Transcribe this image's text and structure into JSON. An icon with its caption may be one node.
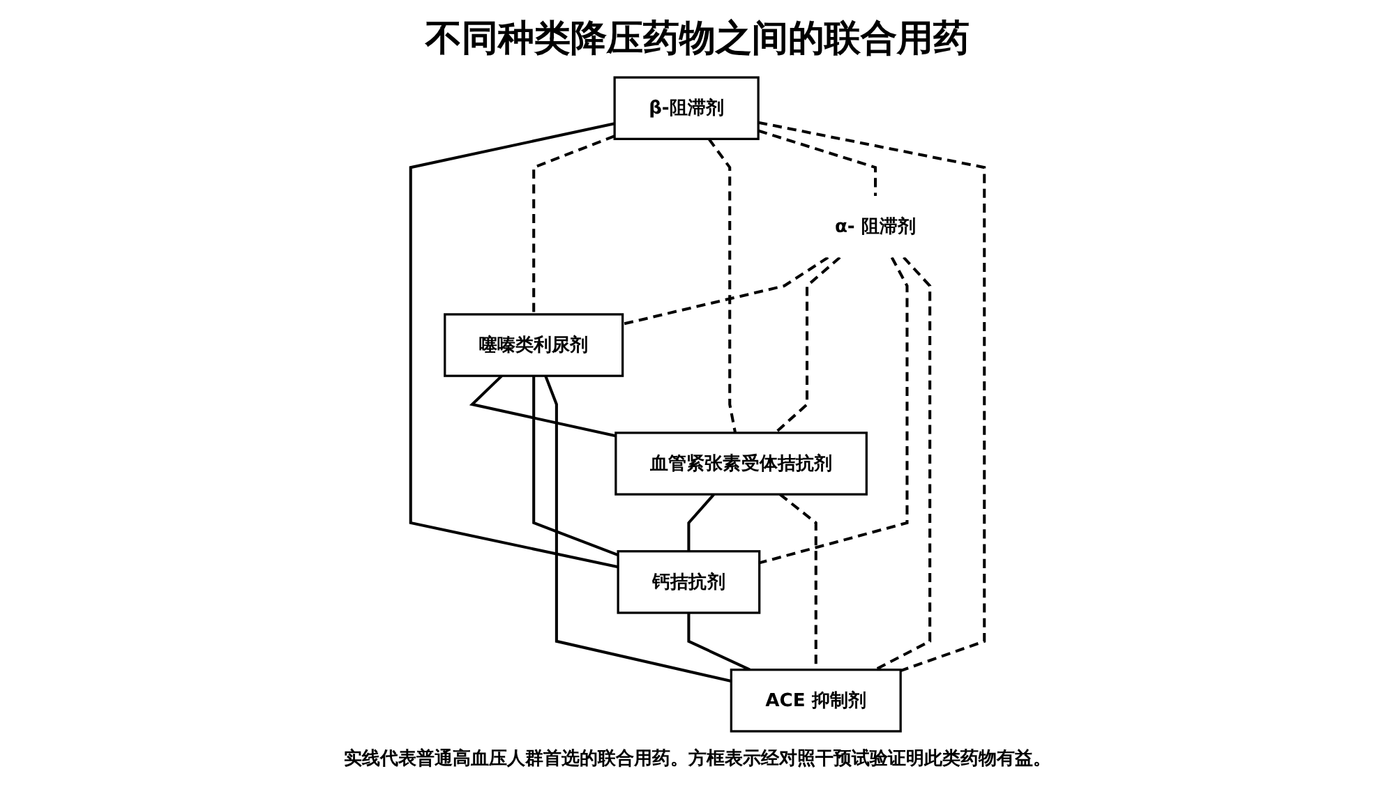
{
  "diagram": {
    "title": "不同种类降压药物之间的联合用药",
    "caption": "实线代表普通高血压人群首选的联合用药。方框表示经对照干预试验证明此类药物有益。",
    "nodes": [
      {
        "text": [
          "噻嗪类利尿剂"
        ]
      },
      {
        "text": [
          "β-阻滞剂"
        ]
      },
      {
        "text": [
          "血管紧张素受体拮抗剂"
        ]
      },
      {
        "text": [
          "α- 阻滞剂"
        ]
      },
      {
        "text": [
          "钙拮抗剂"
        ]
      },
      {
        "text": [
          "ACE 抑制剂"
        ]
      }
    ],
    "edges": [
      {
        "from": 0,
        "to": 2,
        "arrow": "none"
      },
      {
        "from": 0,
        "to": 4,
        "arrow": "none"
      },
      {
        "from": 0,
        "to": 5,
        "arrow": "none"
      },
      {
        "from": 1,
        "to": 4,
        "arrow": "none"
      },
      {
        "from": 2,
        "to": 4,
        "arrow": "none"
      },
      {
        "from": 4,
        "to": 5,
        "arrow": "none"
      },
      {
        "from": 1,
        "to": 0,
        "arrow": "none",
        "style": "dashed"
      },
      {
        "from": 3,
        "to": 0,
        "arrow": "none",
        "style": "dashed"
      },
      {
        "from": 1,
        "to": 2,
        "arrow": "none",
        "style": "dashed"
      },
      {
        "from": 1,
        "to": 3,
        "arrow": "none",
        "style": "dashed"
      },
      {
        "from": 1,
        "to": 5,
        "arrow": "none",
        "style": "dashed"
      },
      {
        "from": 3,
        "to": 2,
        "arrow": "none",
        "style": "dashed"
      },
      {
        "from": 2,
        "to": 5,
        "arrow": "none",
        "style": "dashed"
      },
      {
        "from": 3,
        "to": 4,
        "arrow": "none",
        "style": "dashed"
      },
      {
        "from": 3,
        "to": 5,
        "arrow": "none",
        "style": "dashed"
      }
    ]
  }
}
